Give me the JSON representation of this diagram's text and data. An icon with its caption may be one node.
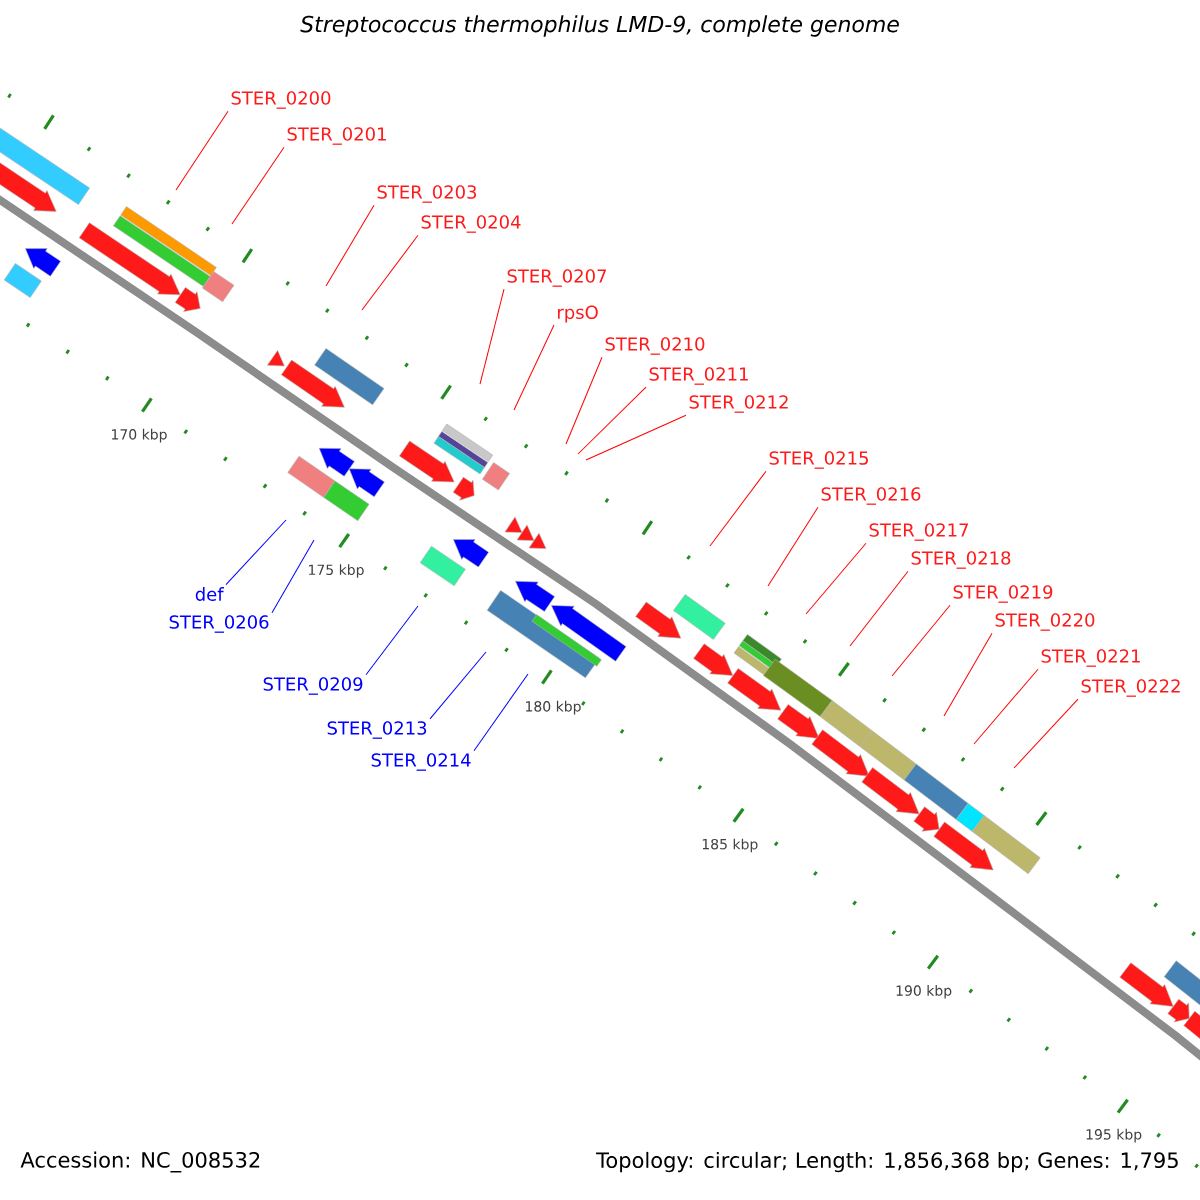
{
  "diagram": {
    "title": "Streptococcus thermophilus LMD-9, complete genome",
    "nodes": [
      {
        "text": [
          "STER_0200"
        ]
      },
      {
        "text": [
          "STER_0201"
        ]
      },
      {
        "text": [
          "STER_0203"
        ]
      },
      {
        "text": [
          "STER_0204"
        ]
      },
      {
        "text": [
          "STER_0207"
        ]
      },
      {
        "text": [
          "rpsO"
        ]
      },
      {
        "text": [
          "STER_0210"
        ]
      },
      {
        "text": [
          "STER_0211"
        ]
      },
      {
        "text": [
          "STER_0212"
        ]
      },
      {
        "text": [
          "STER_0215"
        ]
      },
      {
        "text": [
          "STER_0216"
        ]
      },
      {
        "text": [
          "STER_0217"
        ]
      },
      {
        "text": [
          "STER_0218"
        ]
      },
      {
        "text": [
          "STER_0219"
        ]
      },
      {
        "text": [
          "STER_0220"
        ]
      },
      {
        "text": [
          "STER_0221"
        ]
      },
      {
        "text": [
          "STER_0222"
        ]
      },
      {
        "text": [
          "def"
        ]
      },
      {
        "text": [
          "STER_0206"
        ]
      },
      {
        "text": [
          "STER_0209"
        ]
      },
      {
        "text": [
          "STER_0213"
        ]
      },
      {
        "text": [
          "STER_0214"
        ]
      }
    ],
    "edges": [
      {
        "from": 0,
        "to": null,
        "arrow": "none"
      },
      {
        "from": 1,
        "to": null,
        "arrow": "none"
      },
      {
        "from": 2,
        "to": null,
        "arrow": "none"
      },
      {
        "from": 3,
        "to": null,
        "arrow": "none"
      },
      {
        "from": 4,
        "to": null,
        "arrow": "none"
      },
      {
        "from": 5,
        "to": null,
        "arrow": "none"
      },
      {
        "from": 6,
        "to": null,
        "arrow": "none"
      },
      {
        "from": 7,
        "to": null,
        "arrow": "none"
      },
      {
        "from": 8,
        "to": null,
        "arrow": "none"
      },
      {
        "from": 9,
        "to": null,
        "arrow": "none"
      },
      {
        "from": 10,
        "to": null,
        "arrow": "none"
      },
      {
        "from": 11,
        "to": null,
        "arrow": "none"
      },
      {
        "from": 12,
        "to": null,
        "arrow": "none"
      },
      {
        "from": 13,
        "to": null,
        "arrow": "none"
      },
      {
        "from": 14,
        "to": null,
        "arrow": "none"
      },
      {
        "from": 15,
        "to": null,
        "arrow": "none"
      },
      {
        "from": 16,
        "to": null,
        "arrow": "none"
      },
      {
        "from": 17,
        "to": null,
        "arrow": "none",
        "color": "#0000ff"
      },
      {
        "from": 18,
        "to": null,
        "arrow": "none",
        "color": "#0000ff"
      },
      {
        "from": 19,
        "to": null,
        "arrow": "none",
        "color": "#0000ff"
      },
      {
        "from": 20,
        "to": null,
        "arrow": "none",
        "color": "#0000ff"
      },
      {
        "from": 21,
        "to": null,
        "arrow": "none",
        "color": "#0000ff"
      }
    ],
    "labels": [
      "170 kbp",
      "175 kbp",
      "180 kbp",
      "185 kbp",
      "190 kbp",
      "195 kbp",
      "Accession: NC_008532",
      "Topology: circular; Length: 1,856,368 bp; Genes: 1,795"
    ]
  }
}
